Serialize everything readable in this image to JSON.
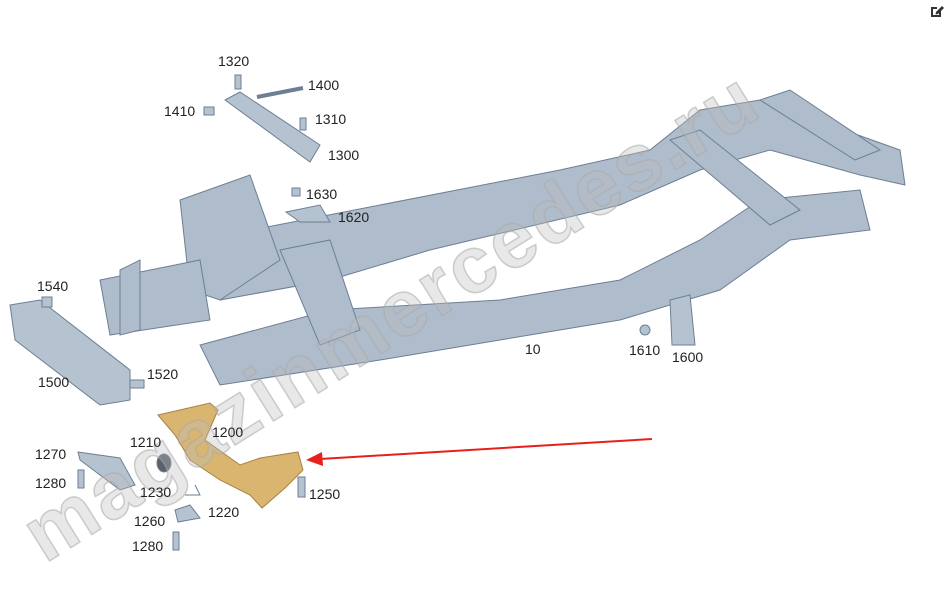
{
  "watermark": "magazinmercedes.ru",
  "edit_icon": "edit-icon",
  "highlight_color": "#d9b56f",
  "arrow_color": "#e8201c",
  "frame_color": "#aebccb",
  "callouts": {
    "c1320": "1320",
    "c1400": "1400",
    "c1410": "1410",
    "c1310": "1310",
    "c1300": "1300",
    "c1630": "1630",
    "c1620": "1620",
    "c1540": "1540",
    "c1500": "1500",
    "c1520": "1520",
    "c10": "10",
    "c1610": "1610",
    "c1600": "1600",
    "c1210": "1210",
    "c1200": "1200",
    "c1270": "1270",
    "c1280a": "1280",
    "c1230": "1230",
    "c1220": "1220",
    "c1260": "1260",
    "c1280b": "1280",
    "c1250": "1250"
  }
}
